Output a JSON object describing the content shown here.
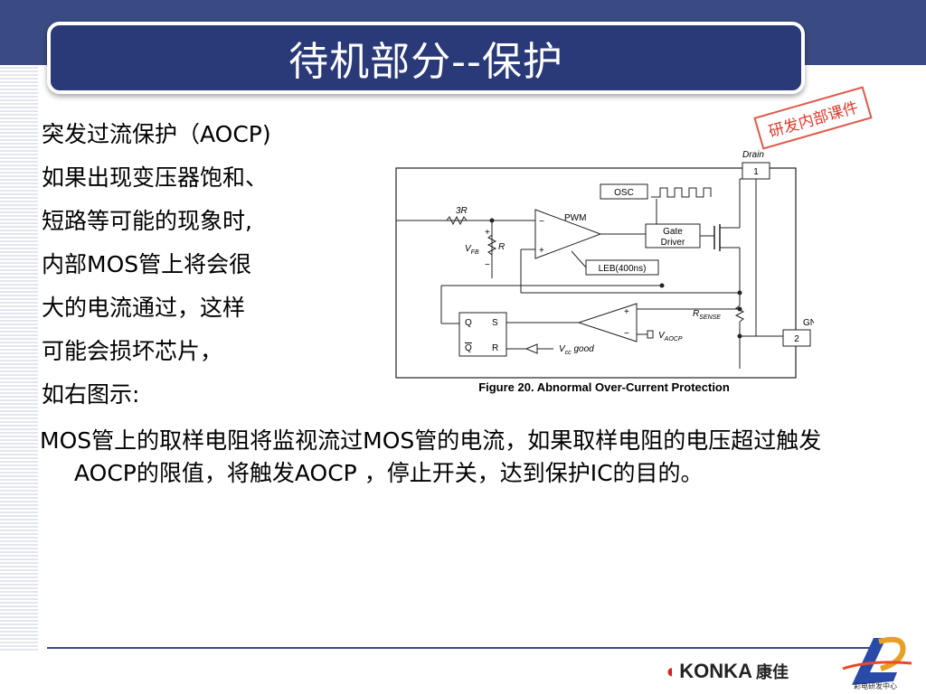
{
  "slide": {
    "title": "待机部分--保护",
    "watermark": "研发内部课件",
    "left_lines": [
      "突发过流保护（AOCP)",
      "如果出现变压器饱和、",
      "短路等可能的现象时,",
      "内部MOS管上将会很",
      "大的电流通过，这样",
      "可能会损坏芯片，",
      "如右图示:"
    ],
    "bottom_paragraph": "MOS管上的取样电阻将监视流过MOS管的电流，如果取样电阻的电压超过触发AOCP的限值，将触发AOCP ，停止开关，达到保护IC的目的。"
  },
  "figure": {
    "caption": "Figure 20. Abnormal Over-Current Protection",
    "labels": {
      "drain": "Drain",
      "pin1": "1",
      "pin2": "2",
      "gnd": "GND",
      "osc": "OSC",
      "pwm": "PWM",
      "gate_driver_1": "Gate",
      "gate_driver_2": "Driver",
      "leb": "LEB(400ns)",
      "r3": "3R",
      "r": "R",
      "vfb": "V",
      "vfb_sub": "FB",
      "rsense": "R",
      "rsense_sub": "SENSE",
      "vaocp": "V",
      "vaocp_sub": "AOCP",
      "vcc_good": "V",
      "vcc_sub": "cc",
      "vcc_good_tail": " good",
      "q": "Q",
      "s": "S",
      "qbar": "Q",
      "rr": "R",
      "plus": "+",
      "minus": "−"
    }
  },
  "footer": {
    "brand": "KONKA",
    "brand_cn": "康佳",
    "logo_text": "彩电研发中心"
  },
  "colors": {
    "header": "#3a4a82",
    "title_box": "#2a3a78",
    "watermark": "#e0382a",
    "brand_red": "#d8241a"
  }
}
